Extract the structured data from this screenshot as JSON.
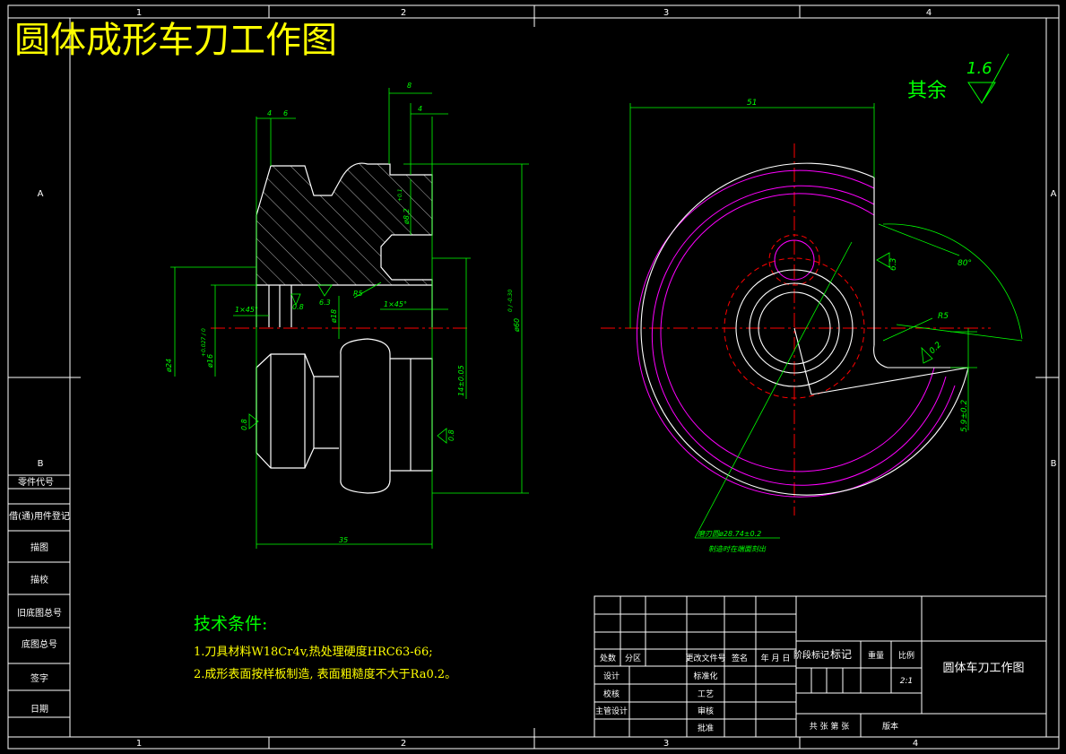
{
  "title": "圆体成形车刀工作图",
  "zone_cols": [
    "1",
    "2",
    "3",
    "4"
  ],
  "zone_rows": [
    "A",
    "B"
  ],
  "roughness_note": {
    "label": "其余",
    "value": "1.6"
  },
  "side_labels": [
    "零件代号",
    "借(通)用件登记",
    "描图",
    "描校",
    "旧底图总号",
    "底图总号",
    "签字",
    "日期"
  ],
  "tech": {
    "heading": "技术条件:",
    "line1": "1.刀具材料W18Cr4v,热处理硬度HRC63-66;",
    "line2": "2.成形表面按样板制造, 表面粗糙度不大于Ra0.2。"
  },
  "left_view": {
    "dims": {
      "d8": "8",
      "d4a": "4",
      "d6": "6",
      "d4b": "4",
      "d35": "35",
      "dia24": "ø24",
      "dia16": "ø16",
      "tol16": "+0.027 / 0",
      "dia18": "ø18",
      "dia8": "ø8.2",
      "tol8": "+0.1",
      "dia60": "ø60",
      "tol60": "0 / -0.30",
      "d14": "14±0.05",
      "ch1": "1×45°",
      "ch2": "1×45°",
      "r5": "R5",
      "ra08a": "0.8",
      "ra63": "6.3",
      "ra08b": "0.8",
      "ra08c": "0.8"
    }
  },
  "right_view": {
    "dims": {
      "d51": "51",
      "angle": "80°",
      "r5": "R5",
      "ra63": "6.3",
      "ra02": "0.2",
      "d59": "5.9±0.2",
      "note1": "磨刃圆ø28.74±0.2",
      "note2": "制造时在端面刻出"
    }
  },
  "titleblock": {
    "row_left": [
      "处数",
      "分区",
      "更改文件号",
      "签名",
      "年 月 日"
    ],
    "rows2": [
      "设计",
      "标准化"
    ],
    "rows3": [
      "校核",
      "工艺"
    ],
    "rows4": [
      "主管设计",
      "审核"
    ],
    "rows5": [
      "批准"
    ],
    "stage_label": "阶段标记",
    "weight_label": "重量",
    "scale_label": "比例",
    "scale": "2:1",
    "sheet_info": "共 张  第 张",
    "version": "版本",
    "drawing_name": "圆体车刀工作图",
    "mark_label": "标记"
  }
}
